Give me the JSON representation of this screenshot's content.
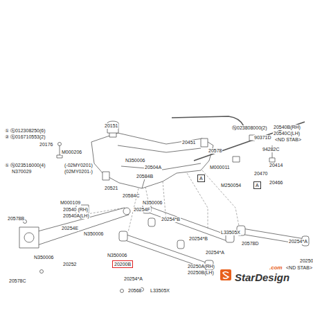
{
  "diagram": {
    "nodes": [
      {
        "text": [
          "20200B"
        ]
      },
      {
        "text": [
          "A"
        ]
      },
      {
        "text": [
          "A"
        ]
      }
    ],
    "labels": [
      "20151",
      "① Ⓢ012308250(6)",
      "② Ⓢ016710553(2)",
      "20176",
      "M000206",
      "20451",
      "Ⓝ023808000(2)",
      "20540B(RH)",
      "20540C(LH)",
      "90371D",
      "<ND STAB>",
      "94282C",
      "20578",
      "① Ⓝ023516000(4)",
      "(-02MY0201)",
      "N370029",
      "(02MY0201-)",
      "N350006",
      "20504A",
      "M000011",
      "20414",
      "20470",
      "20584B",
      "20466",
      "M250054",
      "20521",
      "20584C",
      "M000109",
      "N350006",
      "20540 (RH)",
      "20540A(LH)",
      "20254F",
      "20578B",
      "20254*B",
      "20254E",
      "N350006",
      "L33505X",
      "20254*B",
      "20578D",
      "20254*A",
      "20254*A",
      "N350006",
      "N350006",
      "20252",
      "20250A(RH)",
      "20250B(LH)",
      "20250",
      "<ND STAB>",
      "StarDesign",
      ".com",
      "20254*A",
      "20578C",
      "20568",
      "L33505X"
    ]
  }
}
